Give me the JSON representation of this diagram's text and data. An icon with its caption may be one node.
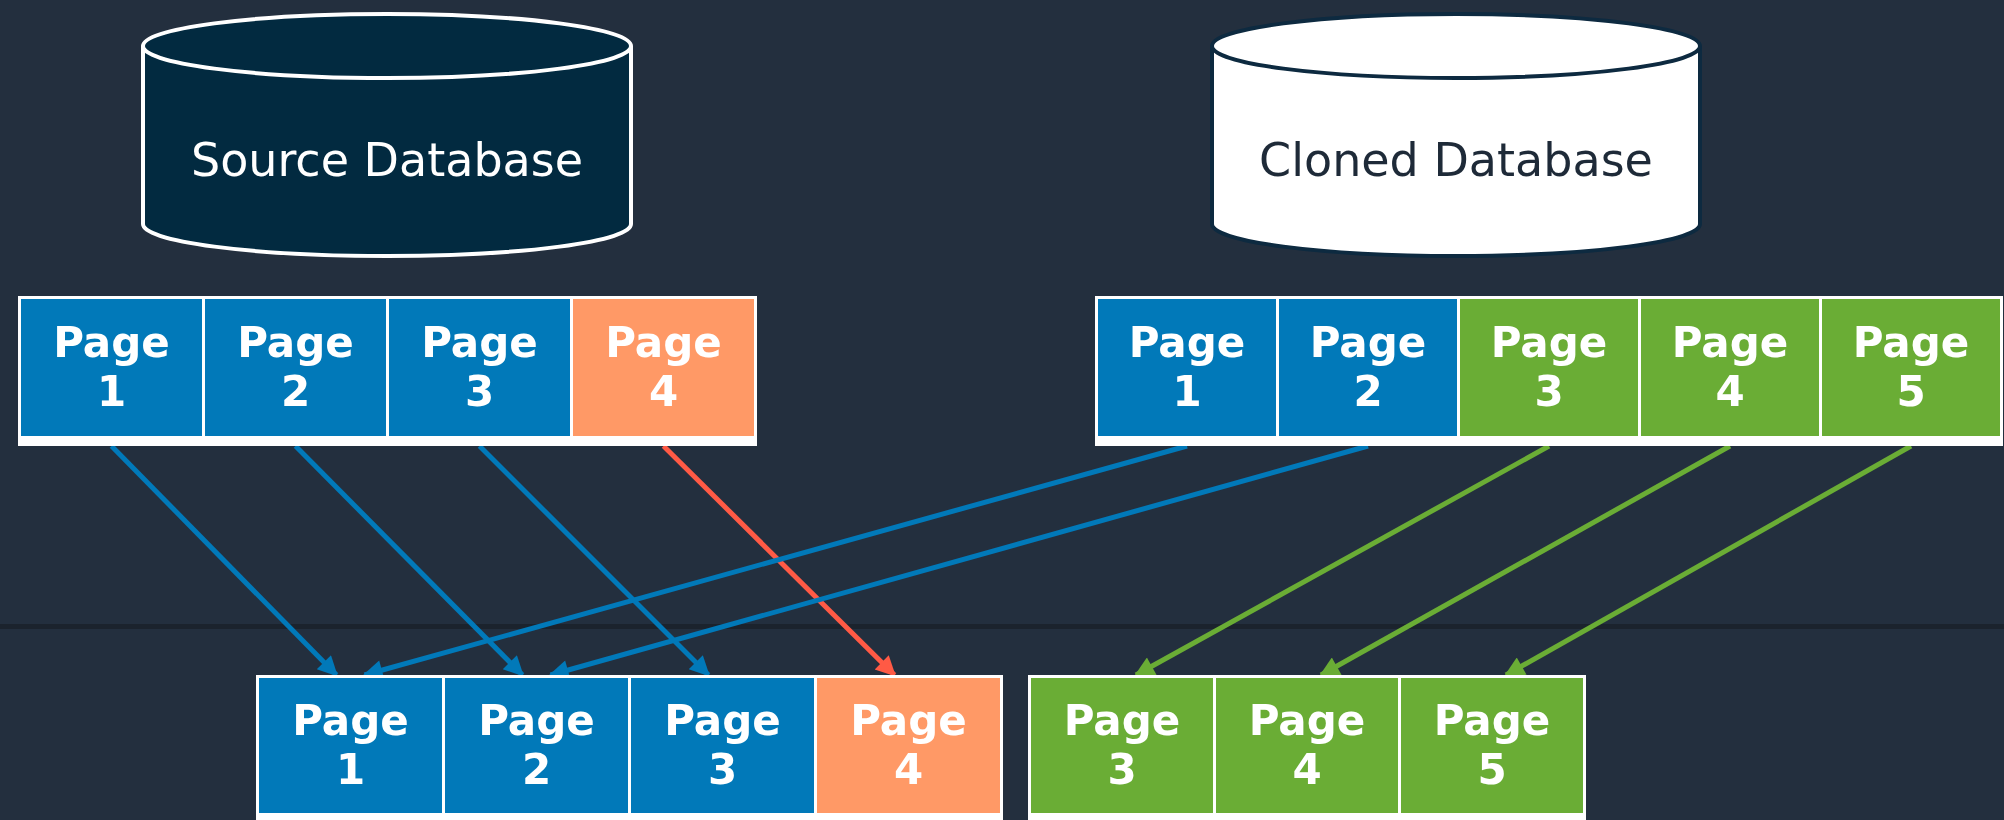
{
  "diagram": {
    "nodes": [
      {
        "text": [
          "Source Database"
        ]
      },
      {
        "text": [
          "Cloned Database"
        ]
      },
      {
        "text": [
          "Page 1"
        ]
      },
      {
        "text": [
          "Page 2"
        ]
      },
      {
        "text": [
          "Page 3"
        ]
      },
      {
        "text": [
          "Page 4"
        ]
      },
      {
        "text": [
          "Page 1"
        ]
      },
      {
        "text": [
          "Page 2"
        ]
      },
      {
        "text": [
          "Page 3"
        ]
      },
      {
        "text": [
          "Page 4"
        ]
      },
      {
        "text": [
          "Page 5"
        ]
      },
      {
        "text": [
          "Page 1"
        ]
      },
      {
        "text": [
          "Page 2"
        ]
      },
      {
        "text": [
          "Page 3"
        ]
      },
      {
        "text": [
          "Page 4"
        ]
      },
      {
        "text": [
          "Page 3"
        ]
      },
      {
        "text": [
          "Page 4"
        ]
      },
      {
        "text": [
          "Page 5"
        ]
      }
    ],
    "edges": [
      {
        "from": 2,
        "to": 11,
        "arrow": "to"
      },
      {
        "from": 3,
        "to": 12,
        "arrow": "to"
      },
      {
        "from": 4,
        "to": 13,
        "arrow": "to"
      },
      {
        "from": 5,
        "to": 14,
        "arrow": "to",
        "color": "#ff5a45"
      },
      {
        "from": 6,
        "to": 11,
        "arrow": "to"
      },
      {
        "from": 7,
        "to": 12,
        "arrow": "to"
      },
      {
        "from": 8,
        "to": 15,
        "arrow": "to",
        "color": "#6aad35"
      },
      {
        "from": 9,
        "to": 16,
        "arrow": "to",
        "color": "#6aad35"
      },
      {
        "from": 10,
        "to": 17,
        "arrow": "to",
        "color": "#6aad35"
      }
    ]
  }
}
